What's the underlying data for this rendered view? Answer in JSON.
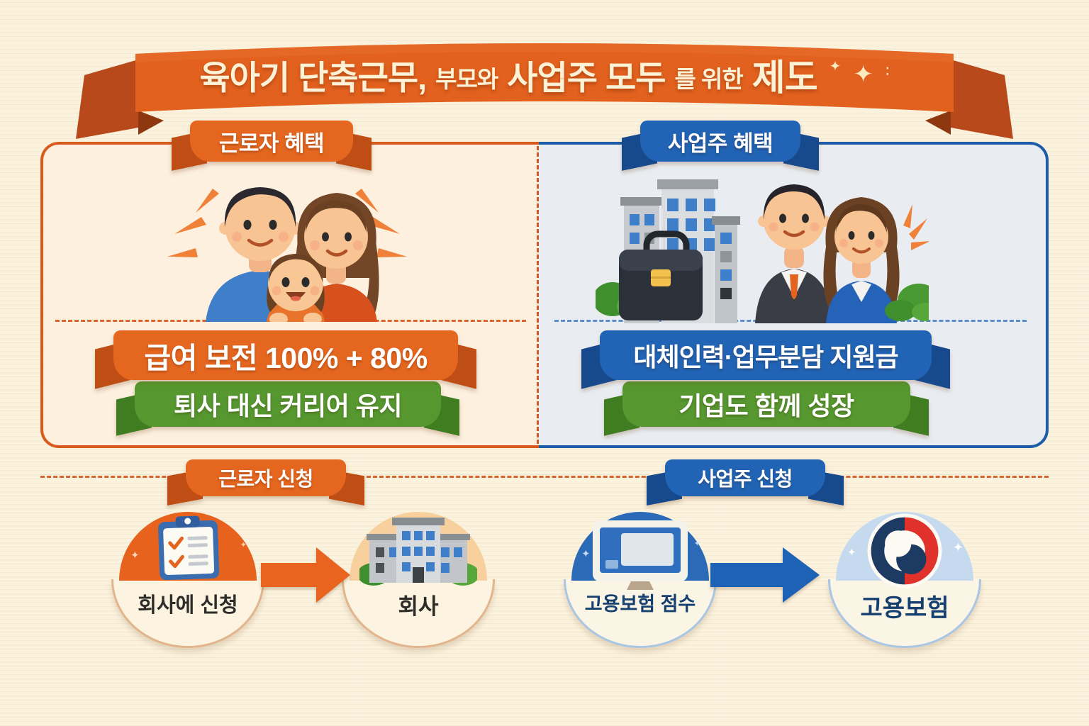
{
  "title_banner": {
    "segments": [
      {
        "text": "육아기 단축근무,"
      },
      {
        "text": "부모와"
      },
      {
        "text": "사업주 모두"
      },
      {
        "text": "를 위한"
      },
      {
        "text": "제도"
      }
    ],
    "sparkles": [
      "✦",
      "✦",
      "∶"
    ]
  },
  "benefit_panels": {
    "worker": {
      "header": "근로자 혜택",
      "illustration": "family-parents-and-child",
      "banner_primary": "급여 보전 100% + 80%",
      "banner_secondary": "퇴사 대신 커리어 유지"
    },
    "employer": {
      "header": "사업주 혜택",
      "illustration": "business-owners-buildings-briefcase",
      "banner_primary": "대체인력·업무분담 지원금",
      "banner_secondary": "기업도 함께 성장"
    }
  },
  "application_flows": {
    "worker": {
      "header": "근로자 신청",
      "arrow_color": "#e8641f",
      "steps": [
        {
          "icon": "clipboard-checklist-icon",
          "label": "회사에 신청"
        },
        {
          "icon": "company-building-icon",
          "label": "회사"
        }
      ]
    },
    "employer": {
      "header": "사업주 신청",
      "arrow_color": "#1e62b6",
      "steps": [
        {
          "icon": "computer-monitor-icon",
          "label": "고용보험 점수"
        },
        {
          "icon": "government-emblem-icon",
          "label": "고용보험"
        }
      ]
    }
  },
  "decor": {
    "sparkle": "✦"
  },
  "palette": {
    "page_background": "#fbf2dd",
    "orange": "#e2611e",
    "orange_dark": "#b8491b",
    "blue": "#1f5fb0",
    "blue_dark": "#174e92",
    "green": "#56972f",
    "green_dark": "#3f7a20",
    "worker_panel_bg": "#fdf0df",
    "employer_panel_bg": "#e9edf2",
    "dome_orange": "#e7631d",
    "dome_peach": "#f7d09e",
    "dome_blue": "#2b6ab6",
    "dome_lightblue": "#c5daee",
    "label_dark": "#2e2c29",
    "label_navy": "#16406f"
  }
}
